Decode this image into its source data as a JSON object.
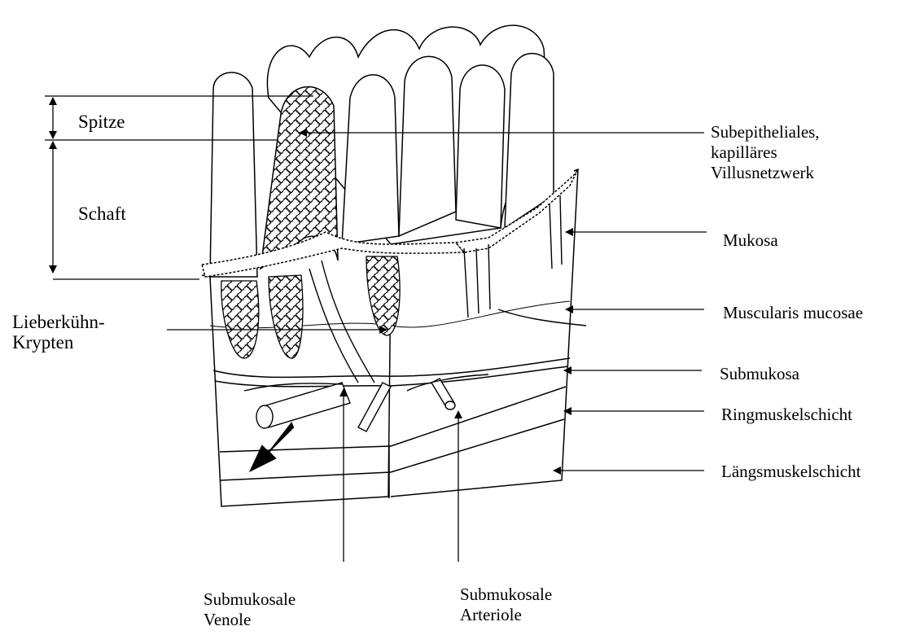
{
  "labels": {
    "spitze": "Spitze",
    "schaft": "Schaft",
    "lieberkuehn": [
      "Lieberkühn-",
      "Krypten"
    ],
    "subepithelial": [
      "Subepitheliales,",
      "kapilläres",
      "Villusnetzwerk"
    ],
    "mukosa": "Mukosa",
    "muscularis": "Muscularis mucosae",
    "submukosa": "Submukosa",
    "ringmuskel": "Ringmuskelschicht",
    "laengsmuskel": "Längsmuskelschicht",
    "venole": [
      "Submukosale",
      "Venole"
    ],
    "arteriole": [
      "Submukosale",
      "Arteriole"
    ]
  },
  "colors": {
    "ink": "#000000",
    "background": "#ffffff"
  }
}
